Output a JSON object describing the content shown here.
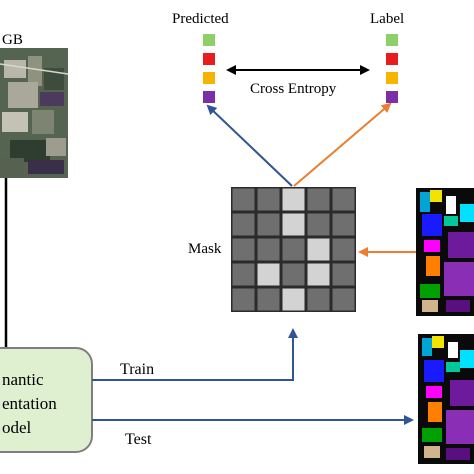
{
  "labels": {
    "rgb": "GB",
    "predicted": "Predicted",
    "label": "Label",
    "cross_entropy": "Cross Entropy",
    "mask": "Mask",
    "train": "Train",
    "test": "Test",
    "model_line1": "nantic",
    "model_line2": "entation",
    "model_line3": "odel"
  },
  "class_colors": [
    "#8ecf6a",
    "#e81e1e",
    "#f4b400",
    "#7b2fa6"
  ],
  "arrow_colors": {
    "blue": "#2f5597",
    "orange": "#ed7d31",
    "black": "#000000"
  },
  "mask_grid": {
    "rows": 5,
    "cols": 5,
    "dark_color": "#6f6f6f",
    "light_color": "#d3d3d3",
    "highlight_cells": [
      [
        0,
        2
      ],
      [
        1,
        2
      ],
      [
        2,
        3
      ],
      [
        3,
        1
      ],
      [
        3,
        3
      ],
      [
        4,
        2
      ]
    ]
  }
}
